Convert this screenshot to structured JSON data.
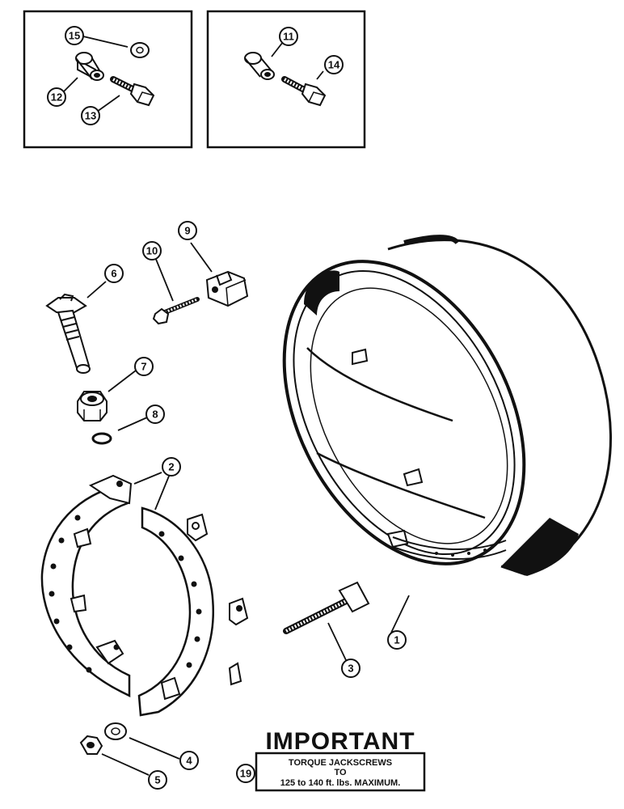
{
  "callouts": {
    "c1": "1",
    "c2": "2",
    "c3": "3",
    "c4": "4",
    "c5": "5",
    "c6": "6",
    "c7": "7",
    "c8": "8",
    "c9": "9",
    "c10": "10",
    "c11": "11",
    "c12": "12",
    "c13": "13",
    "c14": "14",
    "c15": "15",
    "c19": "19"
  },
  "important": {
    "title": "IMPORTANT",
    "line1": "TORQUE JACKSCREWS",
    "line2": "TO",
    "line3": "125 to 140 ft. lbs. MAXIMUM."
  }
}
